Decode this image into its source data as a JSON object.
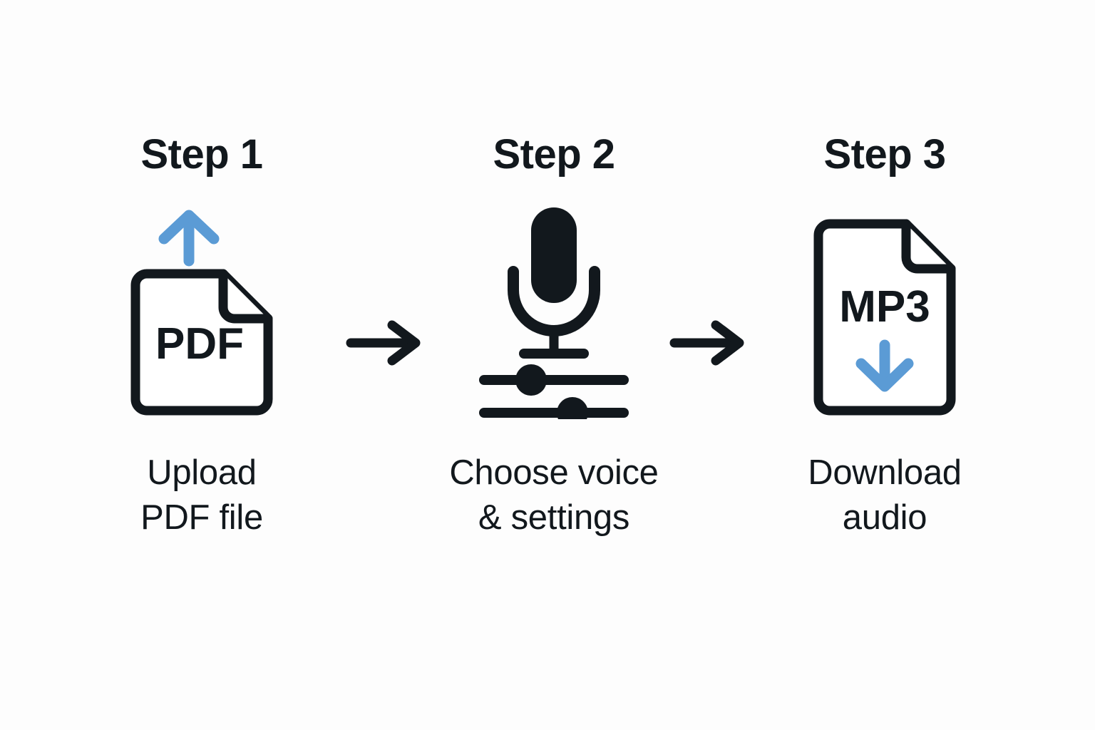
{
  "diagram": {
    "title": "PDF to speech three step process",
    "background_color": "#fdfdfd",
    "ink_color": "#12181d",
    "accent_color": "#5b9bd5"
  },
  "steps": [
    {
      "id": "step-1",
      "title": "Step 1",
      "caption": "Upload\nPDF file",
      "icon_name": "pdf-upload-icon",
      "doc_label": "PDF",
      "arrow_direction": "up",
      "arrow_color": "#5b9bd5"
    },
    {
      "id": "step-2",
      "title": "Step 2",
      "caption": "Choose voice\n& settings",
      "icon_name": "microphone-settings-icon",
      "doc_label": "",
      "arrow_direction": "none",
      "arrow_color": "#12181d"
    },
    {
      "id": "step-3",
      "title": "Step 3",
      "caption": "Download\naudio",
      "icon_name": "mp3-download-icon",
      "doc_label": "MP3",
      "arrow_direction": "down",
      "arrow_color": "#5b9bd5"
    }
  ],
  "connectors": [
    {
      "id": "connector-1",
      "icon_name": "arrow-right-icon",
      "color": "#12181d"
    },
    {
      "id": "connector-2",
      "icon_name": "arrow-right-icon",
      "color": "#12181d"
    }
  ]
}
